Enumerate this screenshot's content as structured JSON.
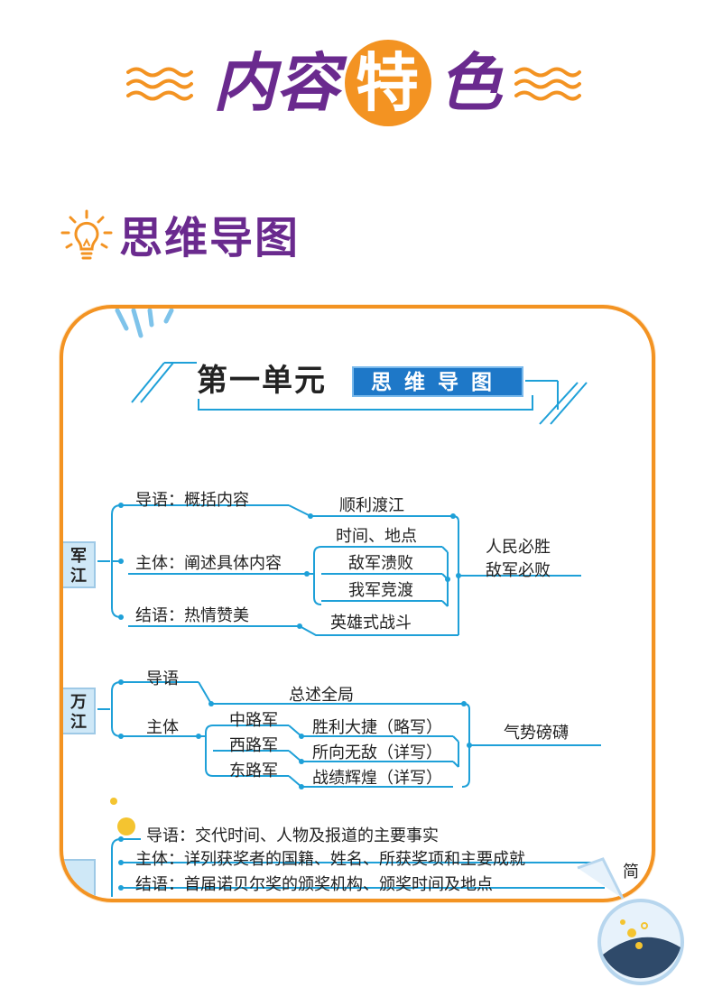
{
  "header": {
    "title_chars": [
      "内",
      "容",
      "特",
      "色"
    ],
    "section_title": "思维导图"
  },
  "card": {
    "unit_title": "第一单元",
    "unit_banner": "思维导图",
    "section1": {
      "tab": "军江",
      "nodes": [
        "导语：概括内容",
        "主体：阐述具体内容",
        "结语：热情赞美",
        "顺利渡江",
        "时间、地点",
        "敌军溃败",
        "我军竞渡",
        "英雄式战斗",
        "人民必胜",
        "敌军必败"
      ]
    },
    "section2": {
      "tab": "万江",
      "nodes": [
        "导语",
        "主体",
        "总述全局",
        "中路军",
        "西路军",
        "东路军",
        "胜利大捷（略写）",
        "所向无敌（详写）",
        "战绩辉煌（详写）",
        "气势磅礴"
      ]
    },
    "section3": {
      "nodes": [
        "导语：交代时间、人物及报道的主要事实",
        "主体：详列获奖者的国籍、姓名、所获奖项和主要成就",
        "结语：首届诺贝尔奖的颁奖机构、颁奖时间及地点",
        "简"
      ]
    }
  },
  "colors": {
    "purple": "#6a2a8e",
    "orange": "#f39322",
    "blue_line": "#1ea0d8",
    "banner_blue": "#1e78c8"
  }
}
